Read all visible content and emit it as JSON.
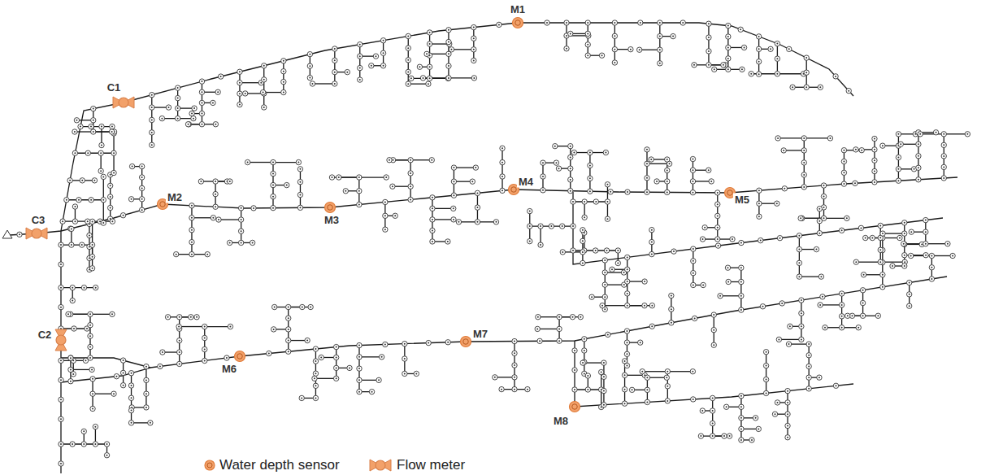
{
  "diagram": {
    "labels": [
      "M1",
      "C1",
      "M2",
      "C3",
      "M3",
      "M4",
      "M5",
      "C2",
      "M7",
      "M6",
      "M8"
    ],
    "legend": [
      {
        "text": "Water depth sensor"
      },
      {
        "text": "Flow meter"
      }
    ]
  }
}
